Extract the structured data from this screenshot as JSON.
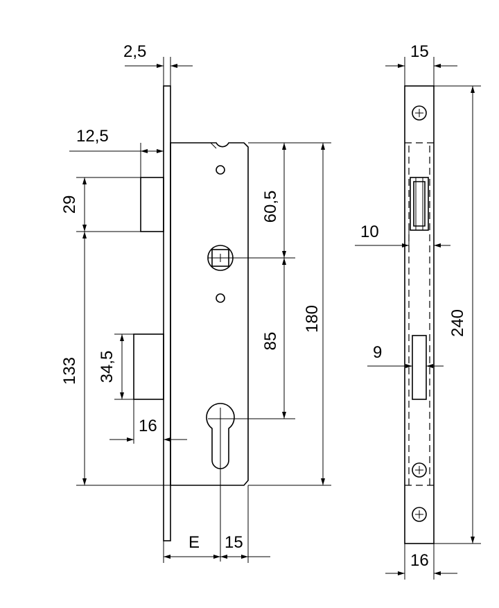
{
  "front_view": {
    "faceplate_thickness": "2,5",
    "bolt_projection": "12,5",
    "latch_height": "29",
    "latch_to_bottom": "133",
    "bolt_height": "34,5",
    "bolt_width": "16",
    "top_to_spindle": "60,5",
    "spindle_to_cylinder": "85",
    "case_height": "180",
    "backset": "E",
    "cylinder_offset": "15"
  },
  "side_view": {
    "faceplate_width_top": "15",
    "latch_opening": "10",
    "bolt_opening": "9",
    "faceplate_length": "240",
    "faceplate_width_bottom": "16"
  }
}
